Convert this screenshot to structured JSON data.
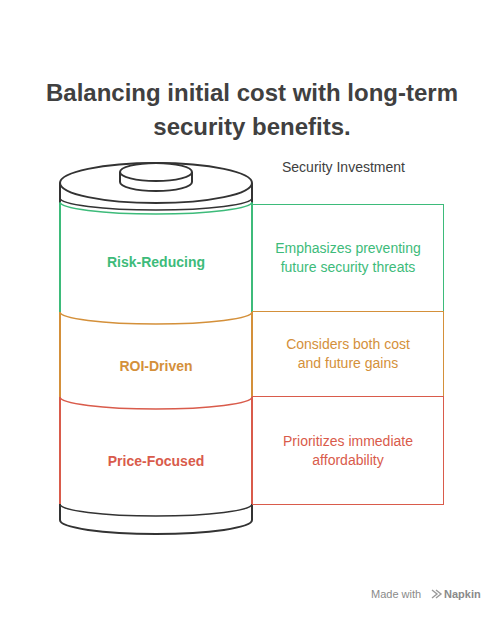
{
  "diagram": {
    "title": "Balancing initial cost with long-term security benefits.",
    "nodes": [
      {
        "text": [
          "Risk-Reducing"
        ]
      },
      {
        "text": [
          "Emphasizes preventing future security threats"
        ]
      },
      {
        "text": [
          "ROI-Driven"
        ]
      },
      {
        "text": [
          "Considers both cost and future gains"
        ]
      },
      {
        "text": [
          "Price-Focused"
        ]
      },
      {
        "text": [
          "Prioritizes immediate affordability"
        ]
      }
    ],
    "labels": [
      "Security Investment",
      "Made with",
      "Napkin"
    ]
  }
}
